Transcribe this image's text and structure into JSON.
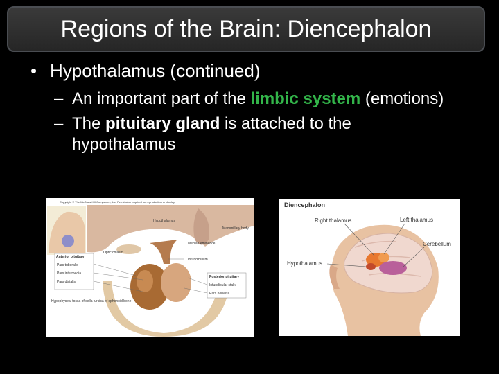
{
  "slide": {
    "title": "Regions of the Brain: Diencephalon",
    "bullet_1": "Hypothalamus (continued)",
    "sub_1": {
      "pre": "An important part of the ",
      "highlight": "limbic system",
      "post": " (emotions)"
    },
    "sub_2": {
      "pre": "The ",
      "bold": "pituitary gland",
      "post": " is attached to the hypothalamus"
    },
    "bullet_char": "•",
    "dash_char": "–",
    "highlight_color": "#33b54a"
  },
  "left_figure": {
    "copyright": "Copyright © The McGraw-Hill Companies, Inc. Permission required for reproduction or display.",
    "labels": {
      "hypothalamus": "Hypothalamus",
      "mammillary": "Mammillary body",
      "median": "Median eminence",
      "optic": "Optic chiasm",
      "infundibulum": "Infundibulum",
      "anterior": "Anterior pituitary",
      "tuberalis": "Pars tuberalis",
      "intermedia": "Pars intermedia",
      "distalis": "Pars distalis",
      "posterior": "Posterior pituitary",
      "stalk": "Infundibular stalk",
      "nervosa": "Pars nervosa",
      "fossa": "Hypophyseal fossa of sella turcica of sphenoid bone"
    }
  },
  "right_figure": {
    "title": "Diencephalon",
    "labels": {
      "right_thalamus": "Right thalamus",
      "left_thalamus": "Left thalamus",
      "cerebellum": "Cerebellum",
      "hypothalamus": "Hypothalamus"
    }
  }
}
